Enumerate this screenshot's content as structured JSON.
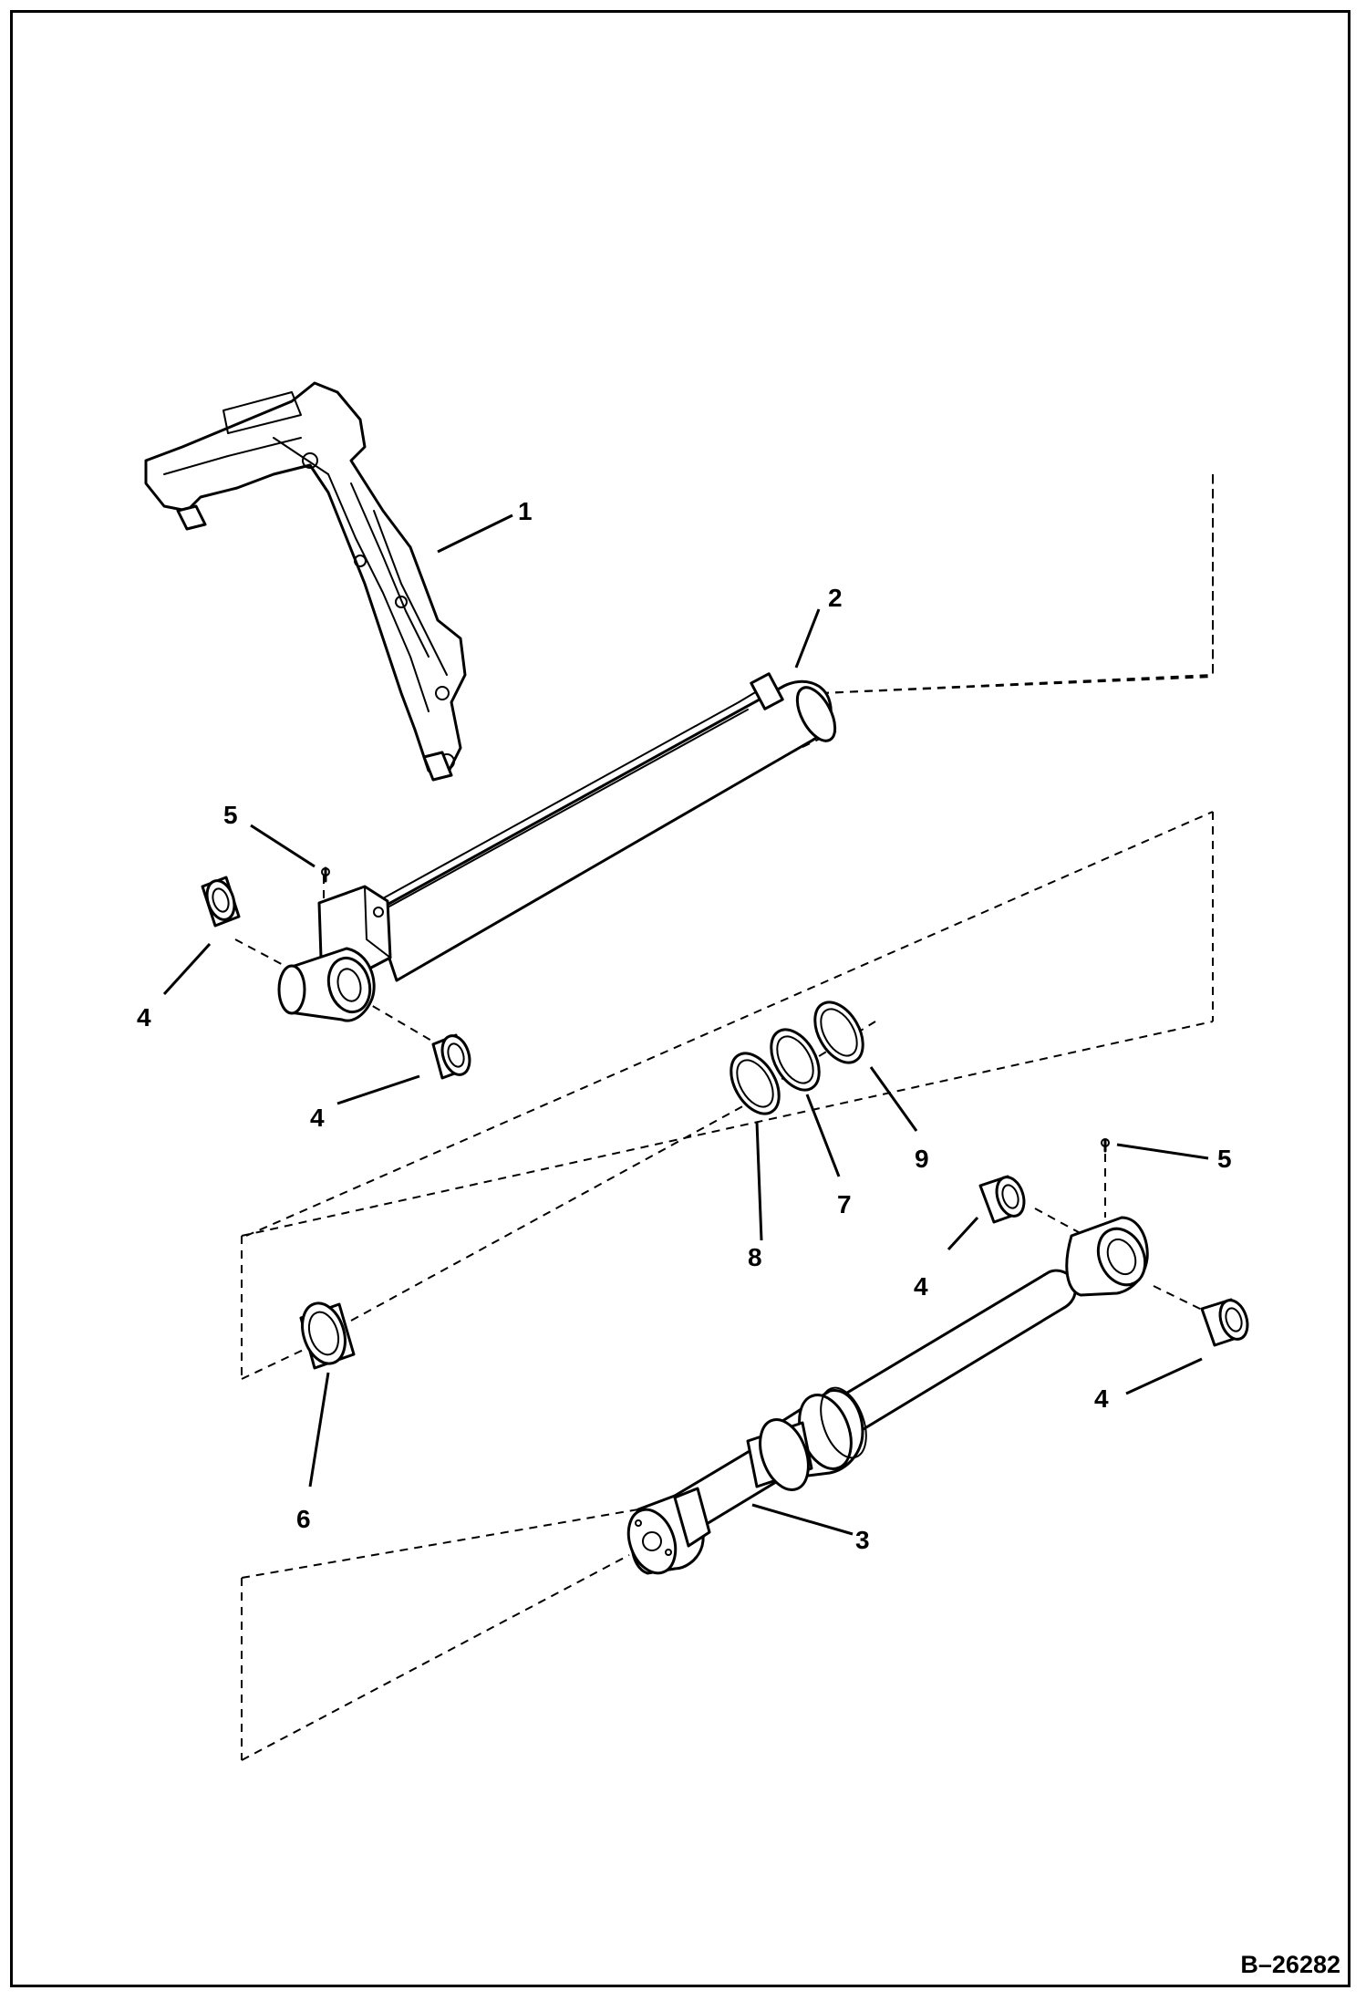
{
  "figure": {
    "id_label": "B–26282",
    "callouts": [
      {
        "key": "c1",
        "label": "1"
      },
      {
        "key": "c2",
        "label": "2"
      },
      {
        "key": "c3",
        "label": "3"
      },
      {
        "key": "c4a",
        "label": "4"
      },
      {
        "key": "c4b",
        "label": "4"
      },
      {
        "key": "c4c",
        "label": "4"
      },
      {
        "key": "c4d",
        "label": "4"
      },
      {
        "key": "c5a",
        "label": "5"
      },
      {
        "key": "c5b",
        "label": "5"
      },
      {
        "key": "c6",
        "label": "6"
      },
      {
        "key": "c7",
        "label": "7"
      },
      {
        "key": "c8",
        "label": "8"
      },
      {
        "key": "c9",
        "label": "9"
      }
    ]
  }
}
